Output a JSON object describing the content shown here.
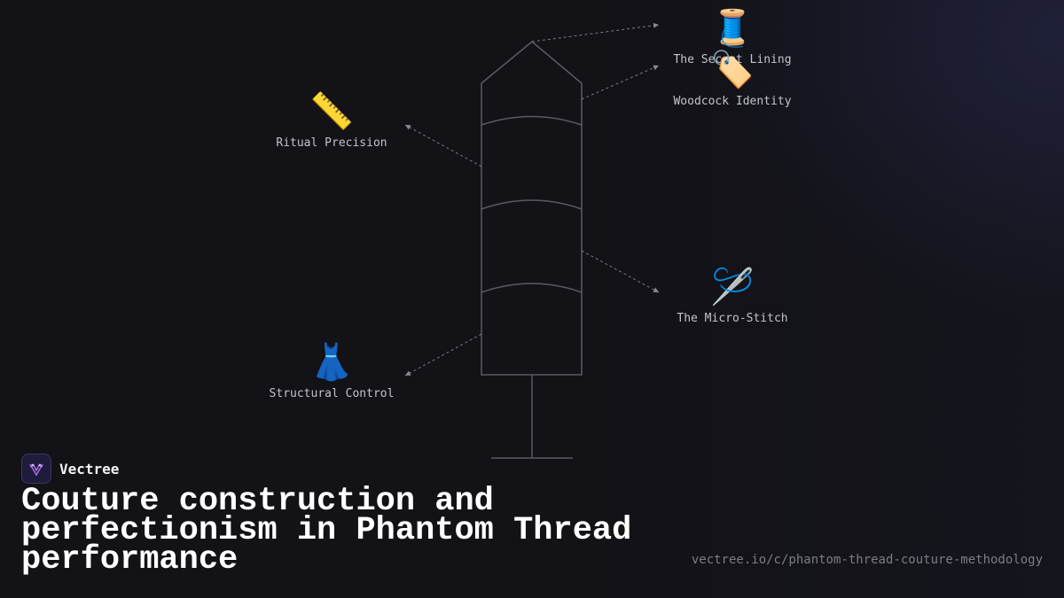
{
  "nodes": {
    "secret_lining": {
      "icon": "🧵",
      "icon_name": "thread-spool-icon",
      "label": "The Secret Lining"
    },
    "woodcock_identity": {
      "icon": "🏷️",
      "icon_name": "label-tag-icon",
      "label": "Woodcock Identity"
    },
    "ritual_precision": {
      "icon": "📏",
      "icon_name": "ruler-icon",
      "label": "Ritual Precision"
    },
    "micro_stitch": {
      "icon": "🪡",
      "icon_name": "sewing-needle-icon",
      "label": "The Micro-Stitch"
    },
    "structural_control": {
      "icon": "👗",
      "icon_name": "dress-icon",
      "label": "Structural Control"
    }
  },
  "brand": {
    "name": "Vectree"
  },
  "title": "Couture construction and perfectionism in Phantom Thread performance",
  "url": "vectree.io/c/phantom-thread-couture-methodology",
  "colors": {
    "background": "#121217",
    "line": "#5a5a62",
    "logo_accent": "#a06ad8"
  }
}
